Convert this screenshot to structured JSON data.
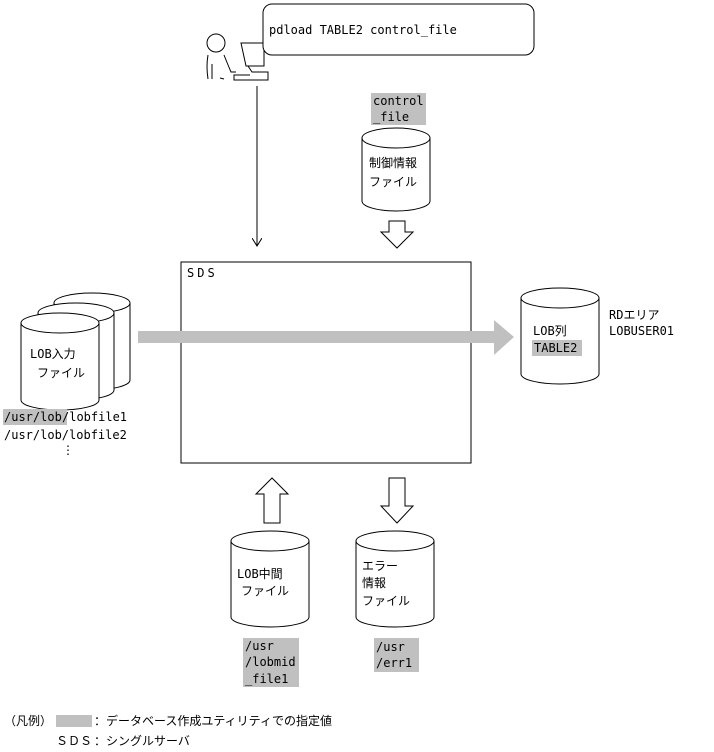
{
  "command": {
    "text": "pdload TABLE2 control_file"
  },
  "control_file": {
    "label_line1": "control",
    "label_line2": "_file",
    "title_line1": "制御情報",
    "title_line2": "ファイル"
  },
  "sds": {
    "label": "SDS"
  },
  "lob_input": {
    "title_line1": "LOB入力",
    "title_line2": "ファイル",
    "path1_hl": "/usr/lob",
    "path1_rest": "/lobfile1",
    "path2": "/usr/lob/lobfile2",
    "ellipsis": "⋮"
  },
  "lob_column": {
    "title": "LOB列",
    "table": "TABLE2"
  },
  "rdarea": {
    "line1": "RDエリア",
    "line2": "LOBUSER01"
  },
  "lob_mid": {
    "title_line1": "LOB中間",
    "title_line2": "ファイル",
    "path_line1": "/usr",
    "path_line2": "/lobmid",
    "path_line3": "_file1"
  },
  "error_file": {
    "title_line1": "エラー",
    "title_line2": "情報",
    "title_line3": "ファイル",
    "path_line1": "/usr",
    "path_line2": "/err1"
  },
  "legend": {
    "prefix": "（凡例）",
    "gray_desc": "：データベース作成ユティリティでの指定値",
    "sds_abbr": "ＳＤＳ",
    "sds_desc": "：シングルサーバ"
  }
}
